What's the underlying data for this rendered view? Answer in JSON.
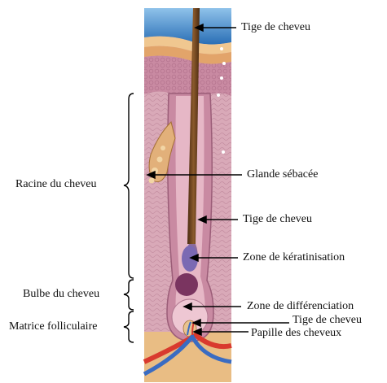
{
  "labels_right": {
    "hair_shaft_top": "Tige de cheveu",
    "sebaceous_gland": "Glande sébacée",
    "hair_shaft_mid": "Tige de cheveu",
    "keratinization_zone": "Zone de kératinisation",
    "differentiation_zone": "Zone de différenciation",
    "hair_shaft_bottom": "Tige de cheveu",
    "hair_papilla": "Papille des cheveux"
  },
  "labels_left": {
    "hair_root": "Racine du cheveu",
    "hair_bulb": "Bulbe du cheveu",
    "follicular_matrix": "Matrice folliculaire"
  },
  "colors": {
    "sky": "#2a6fb6",
    "epidermis": "#c9849b",
    "dermis": "#d7a8b7",
    "hair": "#6b3f1c",
    "fat": "#e6b87a",
    "artery": "#d93a2e",
    "vein": "#3a6cc2"
  }
}
